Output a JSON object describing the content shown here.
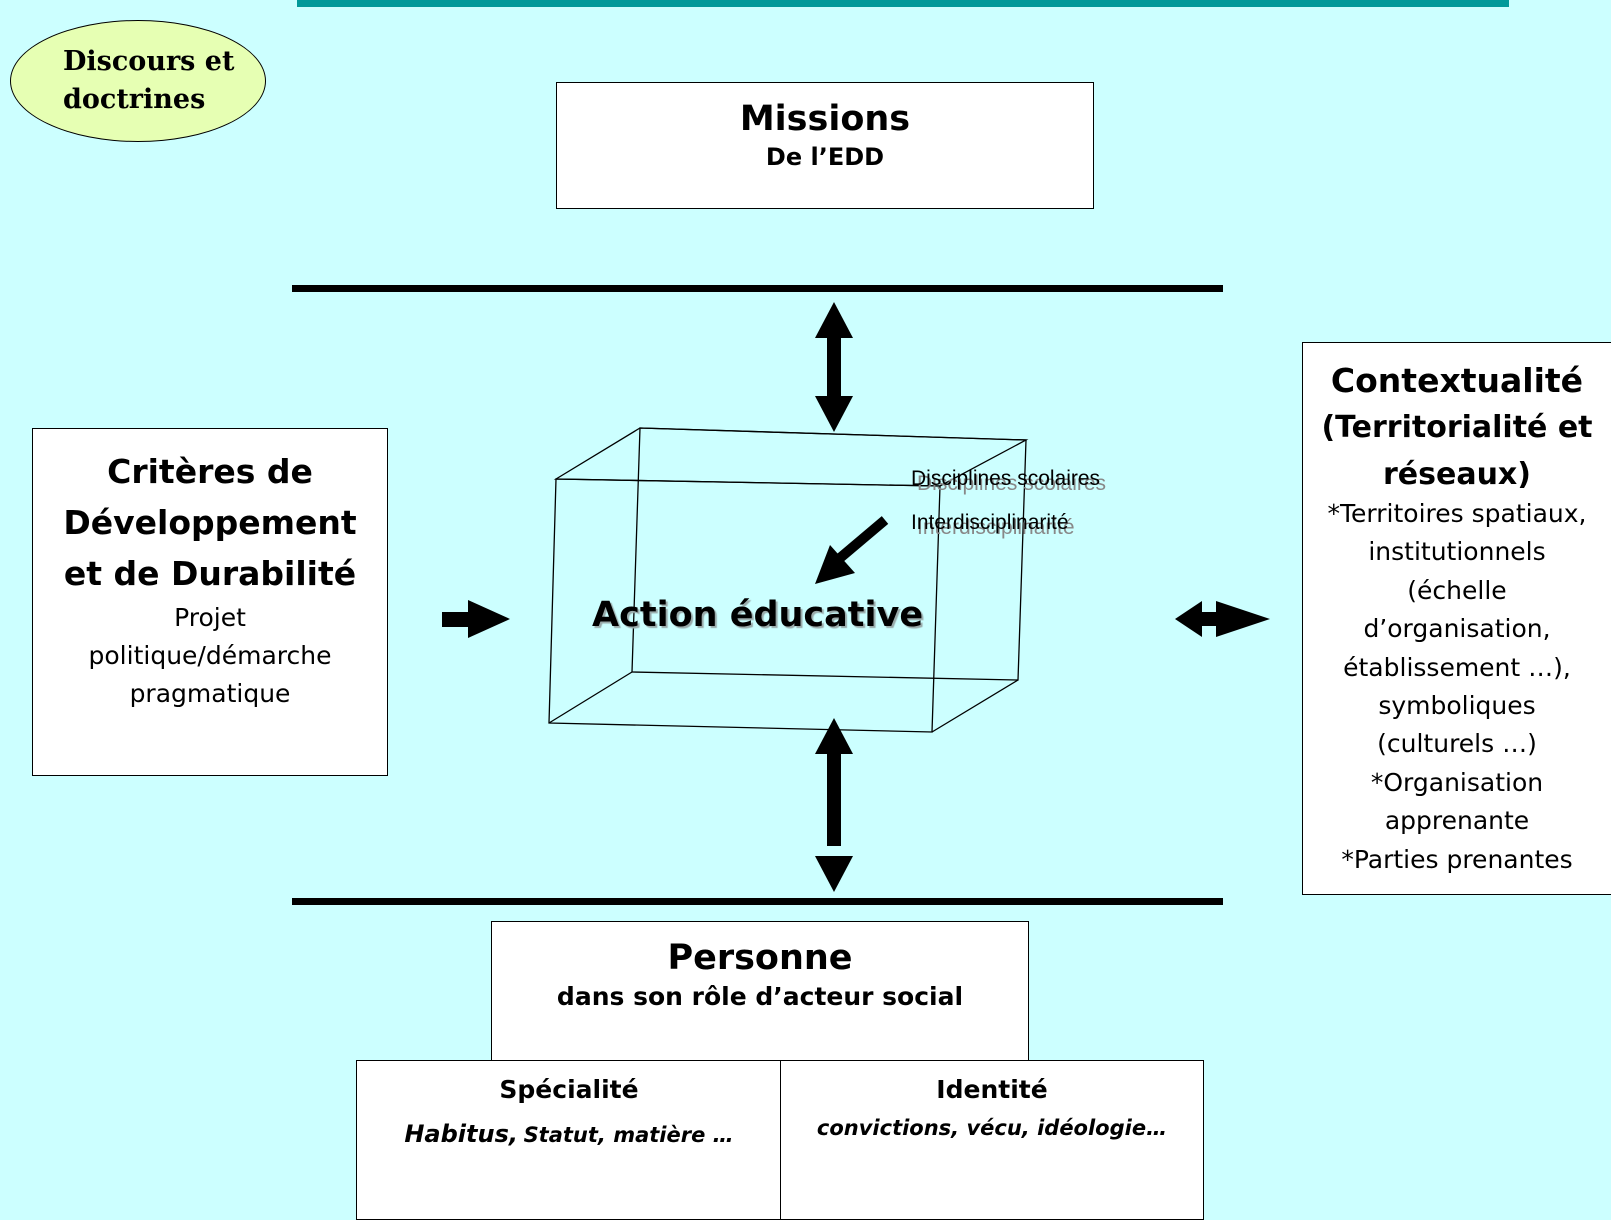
{
  "title_badge": {
    "text_line1": "Discours et",
    "text_line2": "doctrines",
    "color": "#e6ffb3"
  },
  "missions": {
    "title": "Missions",
    "subtitle": "De l’EDD"
  },
  "criteria": {
    "title_line1": "Critères de",
    "title_line2": "Développement",
    "title_line3": "et de Durabilité",
    "body_line1": "Projet",
    "body_line2": "politique/démarche",
    "body_line3": "pragmatique"
  },
  "center": {
    "label": "Action éducative",
    "note1": "Disciplines scolaires",
    "note2": "Interdisciplinarité"
  },
  "context": {
    "title": "Contextualité",
    "subtitle_line1": "(Territorialité et",
    "subtitle_line2": "réseaux)",
    "lines": [
      "*Territoires spatiaux,",
      "institutionnels",
      "(échelle",
      "d’organisation,",
      "établissement …),",
      "symboliques",
      "(culturels …)",
      "*Organisation",
      "apprenante",
      "*Parties prenantes"
    ]
  },
  "person": {
    "title": "Personne",
    "subtitle": "dans son rôle d’acteur social"
  },
  "speciality": {
    "title": "Spécialité",
    "body_a": "Habitus,",
    "body_b": "Statut, matière …"
  },
  "identity": {
    "title": "Identité",
    "body": "convictions, vécu, idéologie…"
  },
  "colors": {
    "background": "#ccffff",
    "top_bar": "#009999",
    "badge": "#e6ffb3"
  }
}
